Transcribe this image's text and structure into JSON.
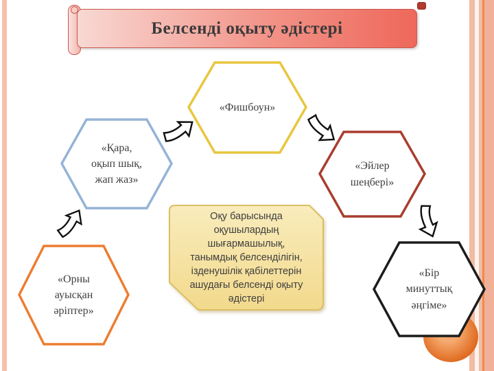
{
  "slide": {
    "title": "Белсенді оқыту әдістері",
    "background": "#FFFFFF"
  },
  "decorations": {
    "left_bar_color": "#F7C0A9",
    "right_bar_colors": [
      "#F2BBA3",
      "#FDF3EE",
      "#ED8A50",
      "#F0B198"
    ],
    "corner_circle_color": "#E06C22",
    "banner_gradient": [
      "#F8D8D3",
      "#EE685A"
    ],
    "banner_border_color": "#C9564B"
  },
  "hexagons": [
    {
      "id": "fishbone",
      "label": "«Фишбоун»",
      "border_color": "#E8C63F"
    },
    {
      "id": "qara-oqyp-shyq",
      "label": "«Қара,\nоқып шық,\nжап жаз»",
      "border_color": "#95B3D7"
    },
    {
      "id": "euler-circle",
      "label": "«Эйлер\nшеңбері»",
      "border_color": "#A93D2D"
    },
    {
      "id": "orny-auysqan",
      "label": "«Орны\nауысқан\nәріптер»",
      "border_color": "#ED7D31"
    },
    {
      "id": "bir-minuttyq",
      "label": "«Бір\nминуттық\nәңгіме»",
      "border_color": "#1C1C1C"
    }
  ],
  "center_note": {
    "text": "Оқу барысында\nоқушылардың\nшығармашылық,\nтанымдық белсенділігін,\nізденушілік қабілеттерін\nашудағы белсенді оқыту\nәдістері",
    "fill_top": "#F9ECBC",
    "fill_bottom": "#F2D98C",
    "border_color": "#DCBE62"
  },
  "arrows": [
    {
      "from": "qara-oqyp-shyq",
      "to": "fishbone",
      "direction": "up-right"
    },
    {
      "from": "fishbone",
      "to": "euler-circle",
      "direction": "down-right"
    },
    {
      "from": "orny-auysqan",
      "to": "qara-oqyp-shyq",
      "direction": "up"
    },
    {
      "from": "euler-circle",
      "to": "bir-minuttyq",
      "direction": "down"
    }
  ],
  "colors": {
    "arrow_outline": "#111111",
    "arrow_fill": "#FFFFFF",
    "text": "#3F3F3F"
  }
}
